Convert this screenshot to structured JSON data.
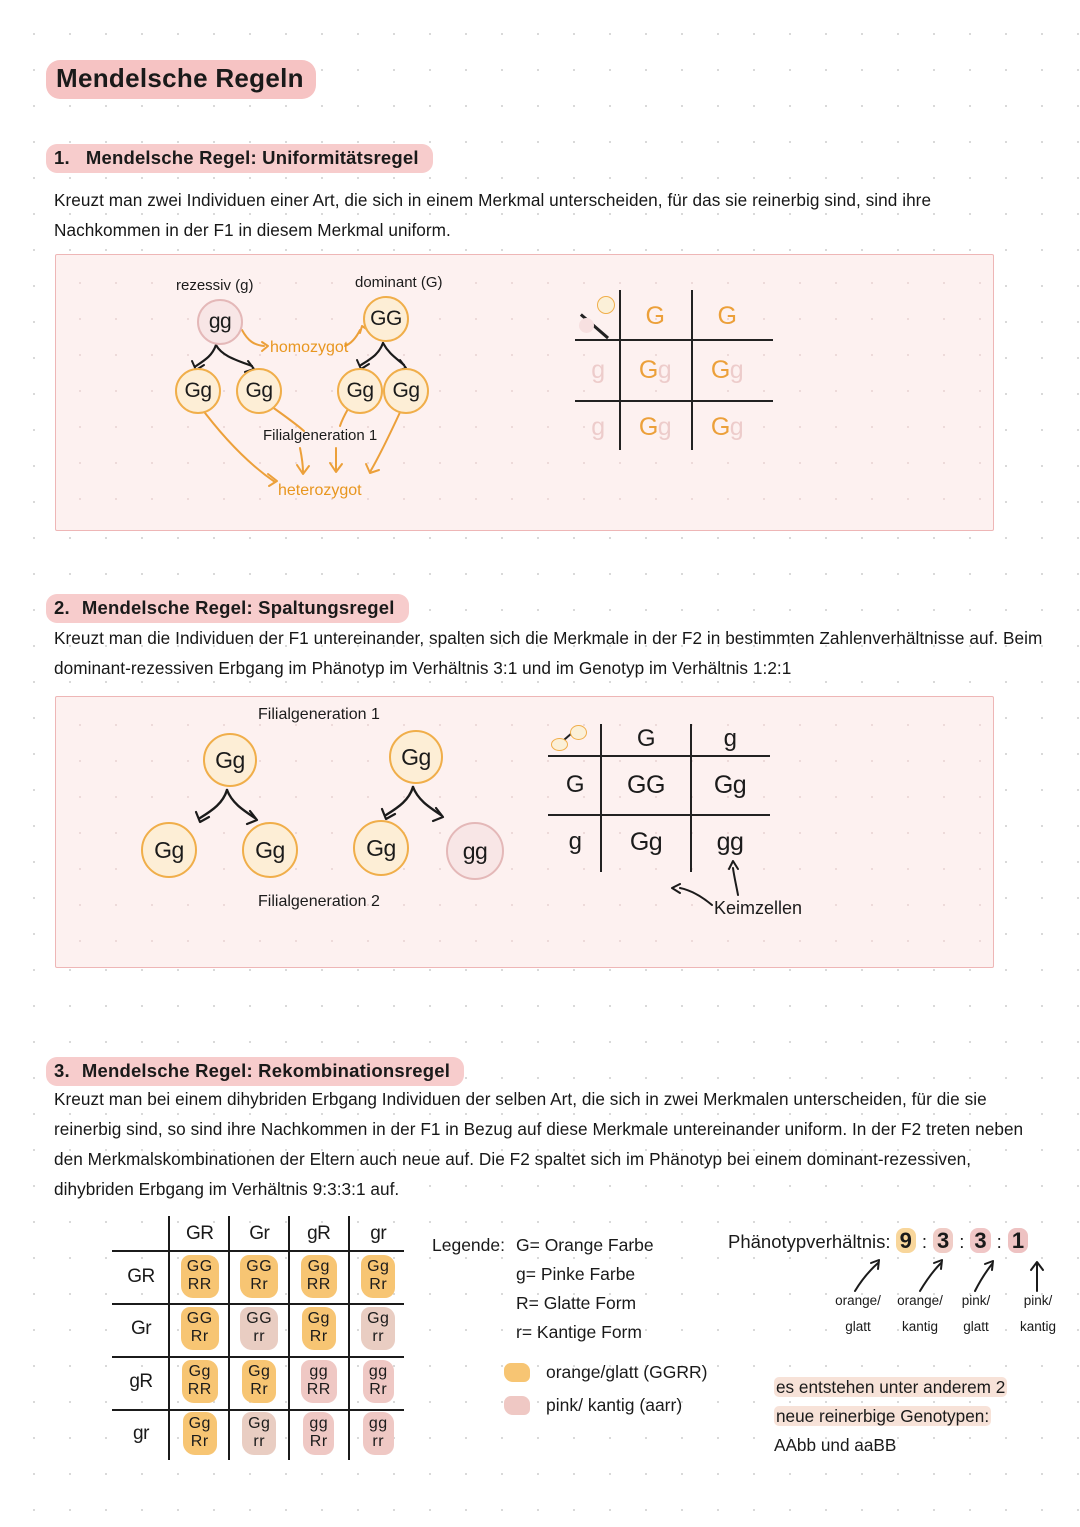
{
  "document": {
    "title": "Mendelsche Regeln"
  },
  "rules": [
    {
      "number": "1.",
      "heading": "Mendelsche Regel: Uniformitätsregel",
      "body": "Kreuzt man zwei Individuen einer Art, die sich in einem Merkmal unterscheiden, für das sie reinerbig sind, sind ihre Nachkommen in der F1 in diesem Merkmal uniform."
    },
    {
      "number": "2.",
      "heading": "Mendelsche Regel: Spaltungsregel",
      "body": "Kreuzt man die Individuen der F1 untereinander, spalten sich die Merkmale in der F2 in bestimmten Zahlenverhältnisse auf. Beim dominant-rezessiven Erbgang im Phänotyp im Verhältnis 3:1 und im Genotyp im Verhältnis 1:2:1"
    },
    {
      "number": "3.",
      "heading": "Mendelsche Regel: Rekombinationsregel",
      "body": "Kreuzt man bei einem dihybriden Erbgang Individuen der selben Art, die sich in zwei Merkmalen unterscheiden, für die sie reinerbig sind, so sind ihre Nachkommen in der F1 in Bezug auf diese Merkmale untereinander uniform. In der F2 treten neben den Merkmalskombinationen der Eltern auch neue auf. Die F2 spaltet sich im Phänotyp bei einem dominant-rezessiven, dihybriden Erbgang im Verhältnis 9:3:3:1 auf."
    }
  ],
  "diagram1": {
    "label_recessive": "rezessiv (g)",
    "label_dominant": "dominant (G)",
    "parent_recessive": "gg",
    "parent_dominant": "GG",
    "homozygot": "homozygot",
    "heterozygot": "heterozygot",
    "filial": "Filialgeneration 1",
    "offspring": [
      "Gg",
      "Gg",
      "Gg",
      "Gg"
    ]
  },
  "punnett1": {
    "top": [
      "G",
      "G"
    ],
    "side": [
      "g",
      "g"
    ],
    "cells": [
      [
        "Gg",
        "Gg"
      ],
      [
        "Gg",
        "Gg"
      ]
    ]
  },
  "diagram2": {
    "filial1": "Filialgeneration 1",
    "filial2": "Filialgeneration 2",
    "parents": [
      "Gg",
      "Gg"
    ],
    "offspring": [
      "Gg",
      "Gg",
      "Gg",
      "gg"
    ]
  },
  "punnett2": {
    "top": [
      "G",
      "g"
    ],
    "side": [
      "G",
      "g"
    ],
    "cells": [
      [
        "GG",
        "Gg"
      ],
      [
        "Gg",
        "gg"
      ]
    ],
    "annotation": "Keimzellen"
  },
  "dihybrid": {
    "col_headers": [
      "GR",
      "Gr",
      "gR",
      "gr"
    ],
    "row_headers": [
      "GR",
      "Gr",
      "gR",
      "gr"
    ],
    "rows": [
      [
        {
          "text": "GG\nRR",
          "color": "or"
        },
        {
          "text": "GG\nRr",
          "color": "or"
        },
        {
          "text": "Gg\nRR",
          "color": "or"
        },
        {
          "text": "Gg\nRr",
          "color": "or"
        }
      ],
      [
        {
          "text": "GG\nRr",
          "color": "or"
        },
        {
          "text": "GG\nrr",
          "color": "mid"
        },
        {
          "text": "Gg\nRr",
          "color": "or"
        },
        {
          "text": "Gg\nrr",
          "color": "mid"
        }
      ],
      [
        {
          "text": "Gg\nRR",
          "color": "or"
        },
        {
          "text": "Gg\nRr",
          "color": "or"
        },
        {
          "text": "gg\nRR",
          "color": "pk"
        },
        {
          "text": "gg\nRr",
          "color": "pk"
        }
      ],
      [
        {
          "text": "Gg\nRr",
          "color": "or"
        },
        {
          "text": "Gg\nrr",
          "color": "mid"
        },
        {
          "text": "gg\nRr",
          "color": "pk"
        },
        {
          "text": "gg\nrr",
          "color": "pk"
        }
      ]
    ]
  },
  "legend": {
    "title": "Legende:",
    "entries": [
      "G= Orange Farbe",
      "g= Pinke Farbe",
      "R= Glatte Form",
      "r= Kantige Form"
    ],
    "swatches": [
      {
        "label": "orange/glatt (GGRR)",
        "color": "#f7c573"
      },
      {
        "label": "pink/ kantig (aarr)",
        "color": "#efc8c4"
      }
    ]
  },
  "ratio": {
    "title": "Phänotypverhältnis:",
    "values": [
      "9",
      "3",
      "3",
      "1"
    ],
    "separator": ":",
    "phenotypes": [
      {
        "line1": "orange/",
        "line2": "glatt"
      },
      {
        "line1": "orange/",
        "line2": "kantig"
      },
      {
        "line1": "pink/",
        "line2": "glatt"
      },
      {
        "line1": "pink/",
        "line2": "kantig"
      }
    ]
  },
  "note": {
    "line1": "es entstehen unter anderem 2",
    "line2": "neue reinerbige Genotypen:",
    "line3": "AAbb und aaBB"
  },
  "colors": {
    "accent_orange": "#eca03a",
    "accent_pink": "#e9b9b9",
    "highlight_pink": "#f7cccc",
    "panel_bg": "#fdf1f0",
    "swatch_orange": "#f7c573",
    "swatch_pink": "#efc8c4"
  }
}
